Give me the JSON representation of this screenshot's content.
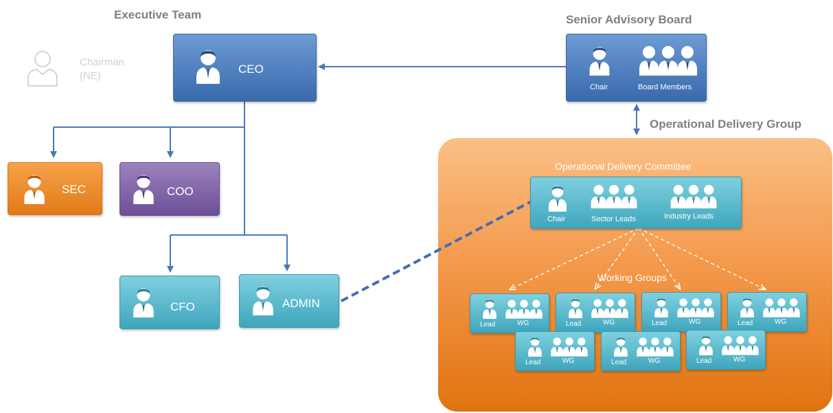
{
  "headings": {
    "executive_team": "Executive Team",
    "senior_advisory_board": "Senior Advisory Board",
    "operational_delivery_group": "Operational Delivery Group"
  },
  "chairman": {
    "line1": "Chairman",
    "line2": "(NE)"
  },
  "executive": {
    "ceo": "CEO",
    "sec": "SEC",
    "coo": "COO",
    "cfo": "CFO",
    "admin": "ADMIN"
  },
  "advisory_board": {
    "chair": "Chair",
    "members": "Board Members"
  },
  "committee": {
    "title": "Operational Delivery Committee",
    "chair": "Chair",
    "sector_leads": "Sector Leads",
    "industry_leads": "Industry Leads"
  },
  "working_groups": {
    "title": "Working Groups",
    "lead_label": "Lead",
    "wg_label": "WG",
    "count": 7
  },
  "colors": {
    "blue": "#3a69ad",
    "teal": "#3fa6bd",
    "orange": "#e27a16",
    "purple": "#6c4f96",
    "connector": "#4a78b8",
    "heading": "#7f7f7f"
  }
}
